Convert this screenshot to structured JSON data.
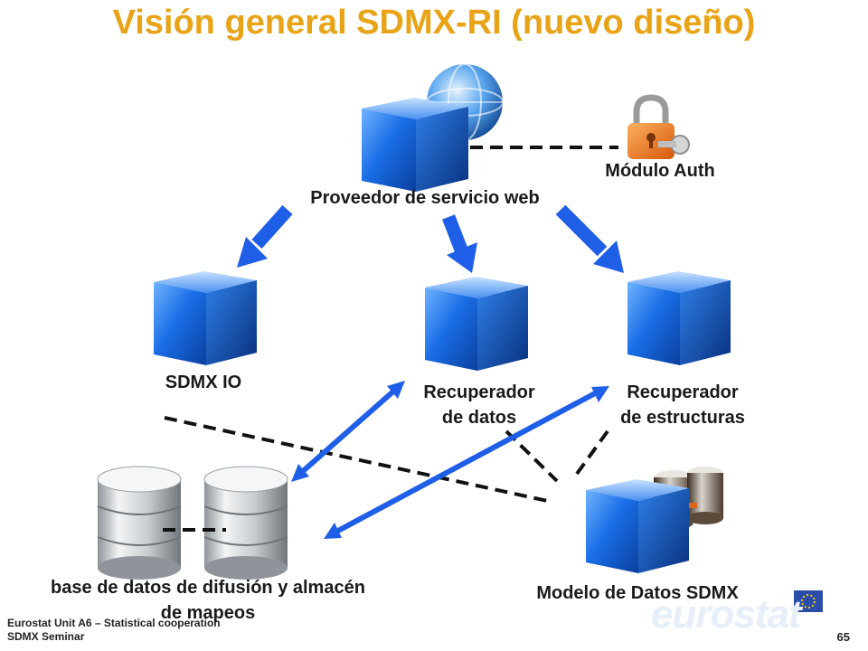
{
  "slide": {
    "title": "Visión general SDMX-RI (nuevo diseño)",
    "page_number": "65",
    "footer": {
      "line1": "Eurostat Unit A6 – Statistical cooperation",
      "line2": "SDMX Seminar"
    },
    "logo_text": "eurostat"
  },
  "nodes": {
    "web_service": {
      "label": "Proveedor de servicio web",
      "icon": "blue-cube-globe-icon"
    },
    "auth": {
      "label": "Módulo Auth",
      "icon": "padlock-key-icon"
    },
    "sdmx_io": {
      "label": "SDMX IO",
      "icon": "blue-cube-icon"
    },
    "data_retriever": {
      "line1": "Recuperador",
      "line2": "de datos",
      "icon": "blue-cube-icon"
    },
    "structure_retriever": {
      "line1": "Recuperador",
      "line2": "de estructuras",
      "icon": "blue-cube-icon"
    },
    "databases": {
      "line1": "base de datos de difusión y almacén",
      "line2": "de mapeos",
      "icon": "database-icon"
    },
    "sdmx_model": {
      "label": "Modelo de Datos SDMX",
      "icon": "blue-cube-database-icon"
    }
  },
  "colors": {
    "title": "#E8A317",
    "arrow": "#1F5FE8",
    "cube": "#1565D8",
    "dashed": "#111111"
  }
}
